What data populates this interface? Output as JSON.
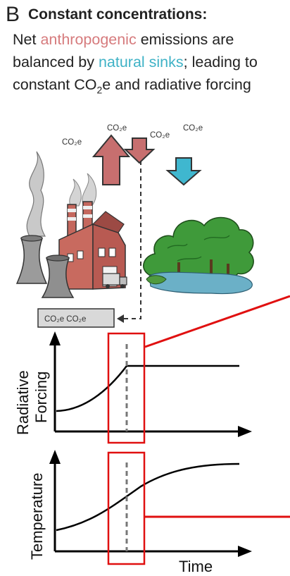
{
  "panel": {
    "letter": "B",
    "heading": "Constant concentrations:",
    "caption_parts": {
      "t1": "Net ",
      "anthropogenic": "anthropogenic",
      "t2": " emissions are balanced by ",
      "natural_sinks": "natural sinks",
      "t3": "; leading to constant CO",
      "sub2": "2",
      "t4": "e and radiative forcing"
    }
  },
  "labels": {
    "co2e": "CO₂e",
    "stock_box": "CO₂e  CO₂e"
  },
  "plots": {
    "top_ylabel_1": "Radiative",
    "top_ylabel_2": "Forcing",
    "bottom_ylabel": "Temperature",
    "xlabel": "Time"
  },
  "colors": {
    "emission_arrow": "#c76f6f",
    "sink_arrow": "#3fb7cf",
    "highlight": "#e01010"
  }
}
